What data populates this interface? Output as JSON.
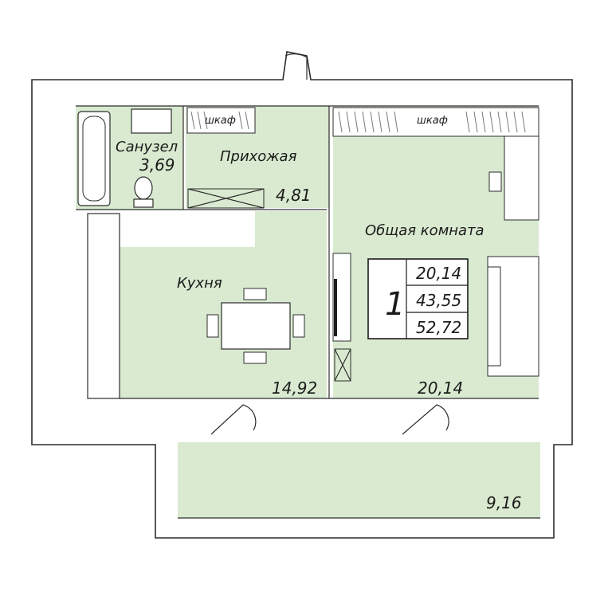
{
  "rooms": {
    "bathroom": {
      "name": "Санузел",
      "area": "3,69"
    },
    "hallway": {
      "name": "Прихожая",
      "area": "4,81"
    },
    "kitchen": {
      "name": "Кухня",
      "area": "14,92"
    },
    "living": {
      "name": "Общая комната",
      "area": "20,14"
    },
    "balcony": {
      "area": "9,16"
    }
  },
  "wardrobes": {
    "left": "шкаф",
    "right": "шкаф"
  },
  "summary": {
    "rooms_count": "1",
    "living_area": "20,14",
    "total_area": "43,55",
    "total_with_balcony": "52,72"
  },
  "colors": {
    "room_fill": "#d9ead0",
    "wall": "#2c2c2c"
  }
}
